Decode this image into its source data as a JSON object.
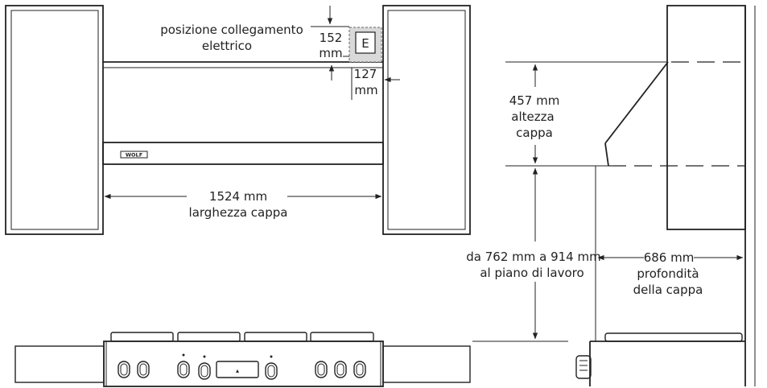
{
  "colors": {
    "line": "#222222",
    "background": "#ffffff",
    "outlet_fill": "#d9d9d9"
  },
  "front_view": {
    "outlet_label_line1": "posizione collegamento",
    "outlet_label_line2": "elettrico",
    "outlet_symbol": "E",
    "dim_152_value": "152",
    "dim_152_unit": "mm",
    "dim_127_value": "127",
    "dim_127_unit": "mm",
    "brand_badge": "WOLF",
    "width_line1": "1524 mm",
    "width_line2": "larghezza cappa"
  },
  "side_view": {
    "height_line1": "457 mm",
    "height_line2": "altezza",
    "height_line3": "cappa",
    "clearance_line1": "da 762 mm a 914 mm",
    "clearance_line2": "al piano di lavoro",
    "depth_line1": "686 mm",
    "depth_line2": "profondità",
    "depth_line3": "della cappa"
  }
}
